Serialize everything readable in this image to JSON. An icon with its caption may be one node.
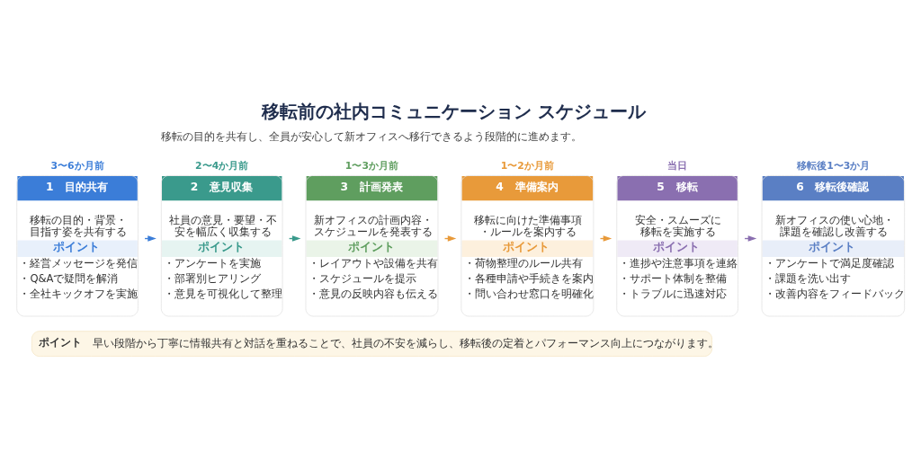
{
  "diagram": {
    "title": "移転前の社内コミュニケーション スケジュール",
    "nodes": [
      {
        "text": [
          "1",
          "目的共有",
          "移転の目的・背景・目指す姿を共有する",
          "ポイント",
          "・経営メッセージを発信",
          "・Q&Aで疑問を解消",
          "・全社キックオフを実施"
        ],
        "beside": [
          "3〜6か月前"
        ]
      },
      {
        "text": [
          "2",
          "意見収集",
          "社員の意見・要望・不安を幅広く収集する",
          "ポイント",
          "・アンケートを実施",
          "・部署別ヒアリング",
          "・意見を可視化して整理"
        ],
        "beside": [
          "2〜4か月前"
        ]
      },
      {
        "text": [
          "3",
          "計画発表",
          "新オフィスの計画内容・スケジュールを発表する",
          "ポイント",
          "・レイアウトや設備を共有",
          "・スケジュールを提示",
          "・意見の反映内容も伝える"
        ],
        "beside": [
          "1〜3か月前"
        ]
      },
      {
        "text": [
          "4",
          "準備案内",
          "移転に向けた準備事項・ルールを案内する",
          "ポイント",
          "・荷物整理のルール共有",
          "・各種申請や手続きを案内",
          "・問い合わせ窓口を明確化"
        ],
        "beside": [
          "1〜2か月前"
        ]
      },
      {
        "text": [
          "5",
          "移転",
          "安全・スムーズに移転を実施する",
          "ポイント",
          "・進捗や注意事項を連絡",
          "・サポート体制を整備",
          "・トラブルに迅速対応"
        ],
        "beside": [
          "当日"
        ]
      },
      {
        "text": [
          "6",
          "移転後確認",
          "新オフィスの使い心地・課題を確認し改善する",
          "ポイント",
          "・アンケートで満足度確認",
          "・課題を洗い出す",
          "・改善内容をフィードバック"
        ],
        "beside": [
          "移転後1〜3か月"
        ]
      },
      {
        "text": [
          "ポイント",
          "早い段階から丁寧に情報共有と対話を重ねることで、社員の不安を減らし、移転後の定着とパフォーマンス向上につながります。"
        ]
      }
    ],
    "edges": [
      {
        "from": 0,
        "to": 1,
        "arrow": "to",
        "color": "#3b7dd8"
      },
      {
        "from": 1,
        "to": 2,
        "arrow": "to",
        "color": "#3a9a8c"
      },
      {
        "from": 2,
        "to": 3,
        "arrow": "to",
        "color": "#e89a3a"
      },
      {
        "from": 3,
        "to": 4,
        "arrow": "to",
        "color": "#e89a3a"
      },
      {
        "from": 4,
        "to": 5,
        "arrow": "to",
        "color": "#8a6fb0"
      }
    ],
    "labels": [
      "移転の目的を共有し、全員が安心して新オフィスへ移行できるよう段階的に進めます。"
    ]
  }
}
